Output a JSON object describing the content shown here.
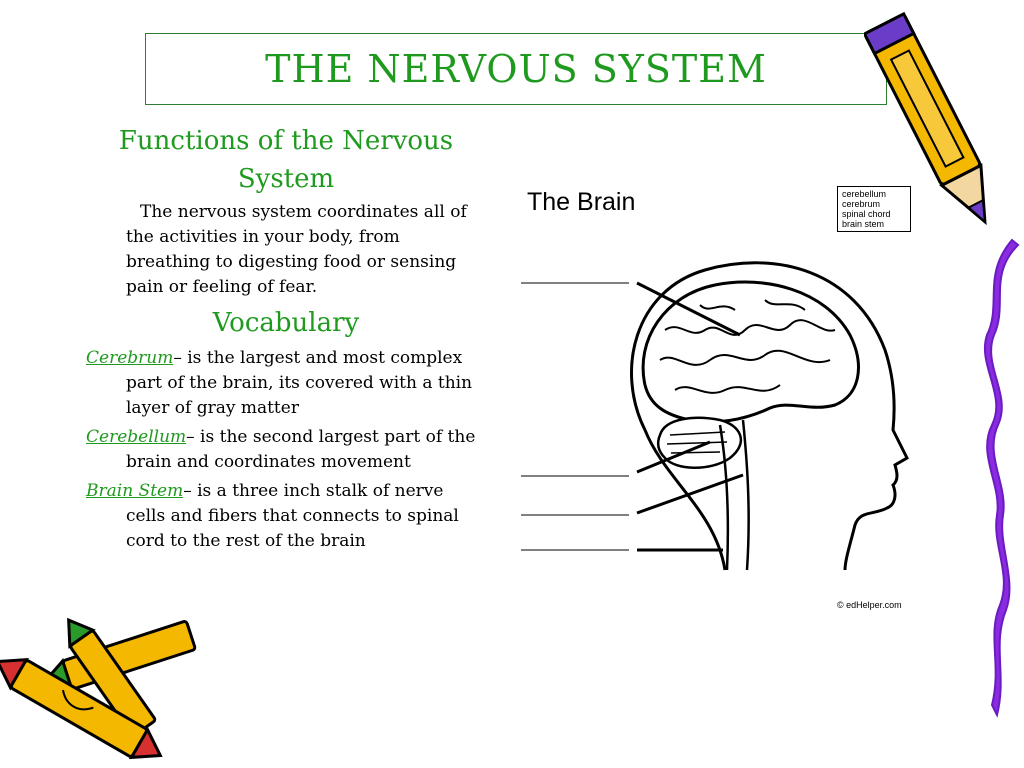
{
  "slide": {
    "title": "The Nervous System"
  },
  "left": {
    "functions_heading": "Functions of the Nervous System",
    "functions_text": "The nervous system coordinates all of the activities in your body, from breathing to digesting food or sensing pain or feeling of fear.",
    "vocab_heading": "Vocabulary",
    "vocab": [
      {
        "term": "Cerebrum",
        "definition": "– is the largest and most complex part of the brain, its covered with a thin layer of gray matter"
      },
      {
        "term": "Cerebellum",
        "definition": "– is the second largest part of the brain and coordinates movement"
      },
      {
        "term": "Brain Stem",
        "definition": "– is a three inch stalk of nerve cells and fibers that connects to spinal cord to the rest of the brain"
      }
    ]
  },
  "diagram": {
    "title": "The Brain",
    "word_bank": [
      "cerebellum",
      "cerebrum",
      "spinal chord",
      "brain stem"
    ],
    "copyright": "© edHelper.com"
  },
  "colors": {
    "accent_green": "#1f9a1f",
    "pencil_yellow": "#f5b800",
    "wave_purple": "#8a2be2"
  }
}
